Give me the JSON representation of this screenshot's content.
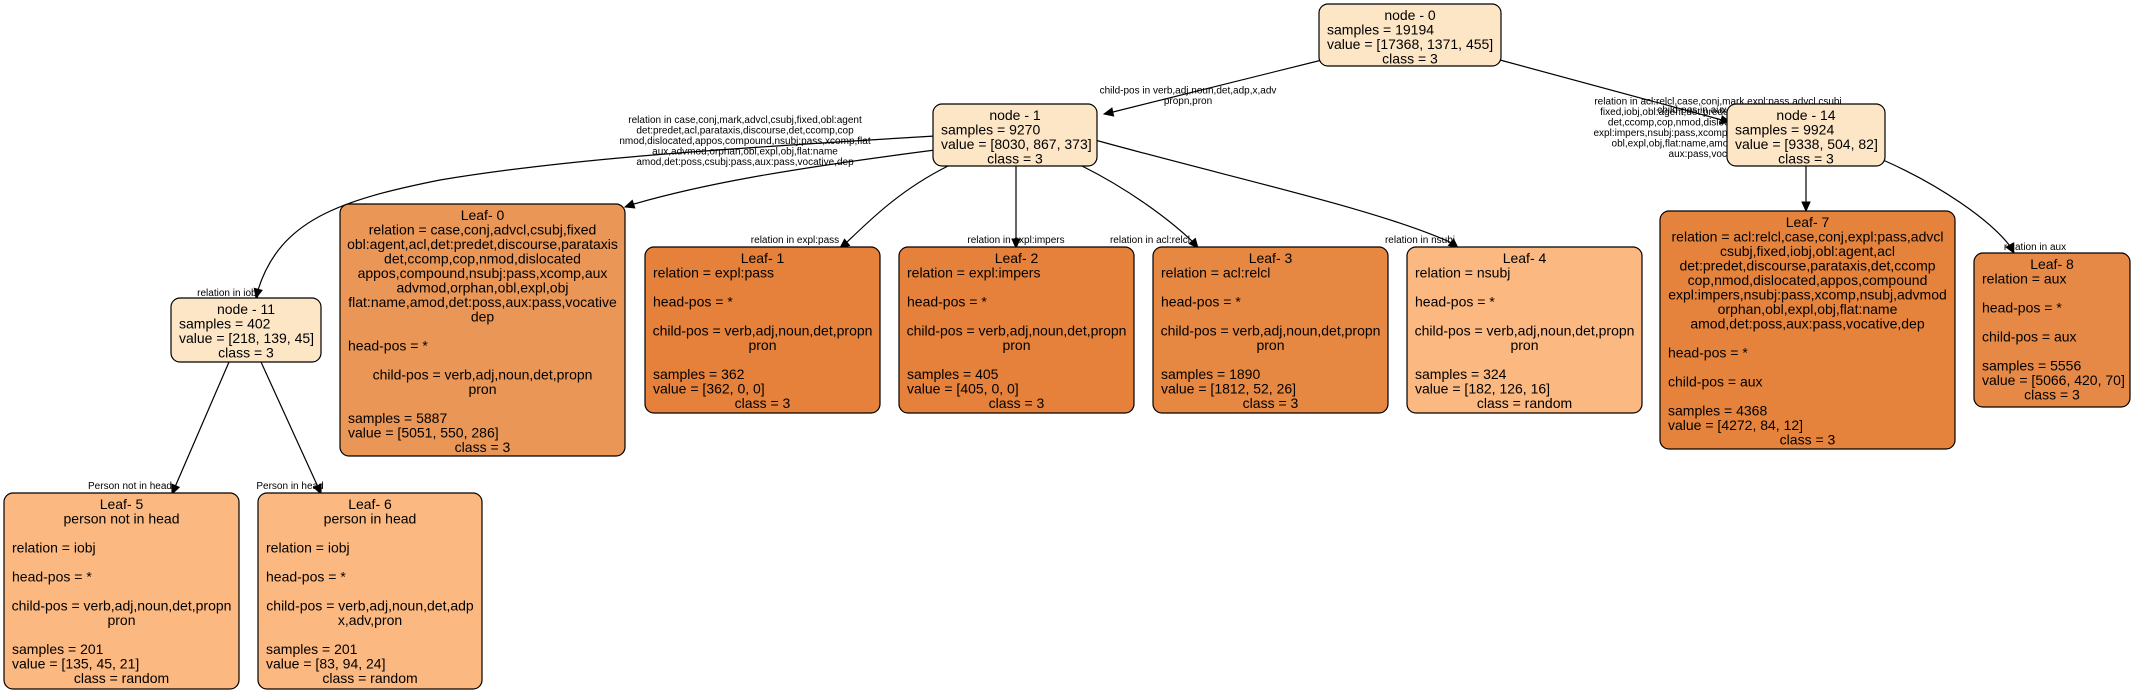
{
  "colors": {
    "split_fill": "#fde6c6",
    "leaf_class3_dark": "#e5813b",
    "leaf_class3_mid": "#e89152",
    "leaf_class3_light": "#e99657",
    "leaf_random": "#fbb880"
  },
  "nodes": [
    {
      "id": "n0",
      "fill": "#fde6c6",
      "lines": [
        {
          "text": "node - 0",
          "a": "c"
        },
        {
          "text": "samples = 19194",
          "a": "l"
        },
        {
          "text": "value = [17368, 1371, 455]",
          "a": "l"
        },
        {
          "text": "class = 3",
          "a": "c"
        }
      ]
    },
    {
      "id": "n1",
      "fill": "#fde6c6",
      "lines": [
        {
          "text": "node - 1",
          "a": "c"
        },
        {
          "text": "samples = 9270",
          "a": "l"
        },
        {
          "text": "value = [8030, 867, 373]",
          "a": "l"
        },
        {
          "text": "class = 3",
          "a": "c"
        }
      ]
    },
    {
      "id": "n14",
      "fill": "#fde6c6",
      "lines": [
        {
          "text": "node - 14",
          "a": "c"
        },
        {
          "text": "samples = 9924",
          "a": "l"
        },
        {
          "text": "value = [9338, 504, 82]",
          "a": "l"
        },
        {
          "text": "class = 3",
          "a": "c"
        }
      ]
    },
    {
      "id": "n11",
      "fill": "#fde6c6",
      "lines": [
        {
          "text": "node - 11",
          "a": "c"
        },
        {
          "text": "samples = 402",
          "a": "l"
        },
        {
          "text": "value = [218, 139, 45]",
          "a": "l"
        },
        {
          "text": "class = 3",
          "a": "c"
        }
      ]
    },
    {
      "id": "l0",
      "fill": "#e99657",
      "lines": [
        {
          "text": "Leaf- 0",
          "a": "c"
        },
        {
          "text": "relation = case,conj,advcl,csubj,fixed",
          "a": "c"
        },
        {
          "text": "obl:agent,acl,det:predet,discourse,parataxis",
          "a": "c"
        },
        {
          "text": "det,ccomp,cop,nmod,dislocated",
          "a": "c"
        },
        {
          "text": "appos,compound,nsubj:pass,xcomp,aux",
          "a": "c"
        },
        {
          "text": "advmod,orphan,obl,expl,obj",
          "a": "c"
        },
        {
          "text": "flat:name,amod,det:poss,aux:pass,vocative",
          "a": "c"
        },
        {
          "text": "dep",
          "a": "c"
        },
        {
          "text": "",
          "a": "c"
        },
        {
          "text": "head-pos = *",
          "a": "l"
        },
        {
          "text": "",
          "a": "c"
        },
        {
          "text": "child-pos = verb,adj,noun,det,propn",
          "a": "c"
        },
        {
          "text": "pron",
          "a": "c"
        },
        {
          "text": "",
          "a": "c"
        },
        {
          "text": "samples = 5887",
          "a": "l"
        },
        {
          "text": "value = [5051, 550, 286]",
          "a": "l"
        },
        {
          "text": "class = 3",
          "a": "c"
        }
      ]
    },
    {
      "id": "l1",
      "fill": "#e5813b",
      "lines": [
        {
          "text": "Leaf- 1",
          "a": "c"
        },
        {
          "text": "relation = expl:pass",
          "a": "l"
        },
        {
          "text": "",
          "a": "c"
        },
        {
          "text": "head-pos = *",
          "a": "l"
        },
        {
          "text": "",
          "a": "c"
        },
        {
          "text": "child-pos = verb,adj,noun,det,propn",
          "a": "c"
        },
        {
          "text": "pron",
          "a": "c"
        },
        {
          "text": "",
          "a": "c"
        },
        {
          "text": "samples = 362",
          "a": "l"
        },
        {
          "text": "value = [362, 0, 0]",
          "a": "l"
        },
        {
          "text": "class = 3",
          "a": "c"
        }
      ]
    },
    {
      "id": "l2",
      "fill": "#e5813b",
      "lines": [
        {
          "text": "Leaf- 2",
          "a": "c"
        },
        {
          "text": "relation = expl:impers",
          "a": "l"
        },
        {
          "text": "",
          "a": "c"
        },
        {
          "text": "head-pos = *",
          "a": "l"
        },
        {
          "text": "",
          "a": "c"
        },
        {
          "text": "child-pos = verb,adj,noun,det,propn",
          "a": "c"
        },
        {
          "text": "pron",
          "a": "c"
        },
        {
          "text": "",
          "a": "c"
        },
        {
          "text": "samples = 405",
          "a": "l"
        },
        {
          "text": "value = [405, 0, 0]",
          "a": "l"
        },
        {
          "text": "class = 3",
          "a": "c"
        }
      ]
    },
    {
      "id": "l3",
      "fill": "#e68742",
      "lines": [
        {
          "text": "Leaf- 3",
          "a": "c"
        },
        {
          "text": "relation = acl:relcl",
          "a": "l"
        },
        {
          "text": "",
          "a": "c"
        },
        {
          "text": "head-pos = *",
          "a": "l"
        },
        {
          "text": "",
          "a": "c"
        },
        {
          "text": "child-pos = verb,adj,noun,det,propn",
          "a": "c"
        },
        {
          "text": "pron",
          "a": "c"
        },
        {
          "text": "",
          "a": "c"
        },
        {
          "text": "samples = 1890",
          "a": "l"
        },
        {
          "text": "value = [1812, 52, 26]",
          "a": "l"
        },
        {
          "text": "class = 3",
          "a": "c"
        }
      ]
    },
    {
      "id": "l4",
      "fill": "#fbb880",
      "lines": [
        {
          "text": "Leaf- 4",
          "a": "c"
        },
        {
          "text": "relation = nsubj",
          "a": "l"
        },
        {
          "text": "",
          "a": "c"
        },
        {
          "text": "head-pos = *",
          "a": "l"
        },
        {
          "text": "",
          "a": "c"
        },
        {
          "text": "child-pos = verb,adj,noun,det,propn",
          "a": "c"
        },
        {
          "text": "pron",
          "a": "c"
        },
        {
          "text": "",
          "a": "c"
        },
        {
          "text": "samples = 324",
          "a": "l"
        },
        {
          "text": "value = [182, 126, 16]",
          "a": "l"
        },
        {
          "text": "class = random",
          "a": "c"
        }
      ]
    },
    {
      "id": "l7",
      "fill": "#e5833c",
      "lines": [
        {
          "text": "Leaf- 7",
          "a": "c"
        },
        {
          "text": "relation = acl:relcl,case,conj,expl:pass,advcl",
          "a": "c"
        },
        {
          "text": "csubj,fixed,iobj,obl:agent,acl",
          "a": "c"
        },
        {
          "text": "det:predet,discourse,parataxis,det,ccomp",
          "a": "c"
        },
        {
          "text": "cop,nmod,dislocated,appos,compound",
          "a": "c"
        },
        {
          "text": "expl:impers,nsubj:pass,xcomp,nsubj,advmod",
          "a": "c"
        },
        {
          "text": "orphan,obl,expl,obj,flat:name",
          "a": "c"
        },
        {
          "text": "amod,det:poss,aux:pass,vocative,dep",
          "a": "c"
        },
        {
          "text": "",
          "a": "c"
        },
        {
          "text": "head-pos = *",
          "a": "l"
        },
        {
          "text": "",
          "a": "c"
        },
        {
          "text": "child-pos = aux",
          "a": "l"
        },
        {
          "text": "",
          "a": "c"
        },
        {
          "text": "samples = 4368",
          "a": "l"
        },
        {
          "text": "value = [4272, 84, 12]",
          "a": "l"
        },
        {
          "text": "class = 3",
          "a": "c"
        }
      ]
    },
    {
      "id": "l8",
      "fill": "#e68946",
      "lines": [
        {
          "text": "Leaf- 8",
          "a": "c"
        },
        {
          "text": "relation = aux",
          "a": "l"
        },
        {
          "text": "",
          "a": "c"
        },
        {
          "text": "head-pos = *",
          "a": "l"
        },
        {
          "text": "",
          "a": "c"
        },
        {
          "text": "child-pos = aux",
          "a": "l"
        },
        {
          "text": "",
          "a": "c"
        },
        {
          "text": "samples = 5556",
          "a": "l"
        },
        {
          "text": "value = [5066, 420, 70]",
          "a": "l"
        },
        {
          "text": "class = 3",
          "a": "c"
        }
      ]
    },
    {
      "id": "l5",
      "fill": "#fbb880",
      "lines": [
        {
          "text": "Leaf- 5",
          "a": "c"
        },
        {
          "text": "person not in head",
          "a": "c"
        },
        {
          "text": "",
          "a": "c"
        },
        {
          "text": "relation = iobj",
          "a": "l"
        },
        {
          "text": "",
          "a": "c"
        },
        {
          "text": "head-pos = *",
          "a": "l"
        },
        {
          "text": "",
          "a": "c"
        },
        {
          "text": "child-pos = verb,adj,noun,det,propn",
          "a": "c"
        },
        {
          "text": "pron",
          "a": "c"
        },
        {
          "text": "",
          "a": "c"
        },
        {
          "text": "samples = 201",
          "a": "l"
        },
        {
          "text": "value = [135, 45, 21]",
          "a": "l"
        },
        {
          "text": "class = random",
          "a": "c"
        }
      ]
    },
    {
      "id": "l6",
      "fill": "#fbb880",
      "lines": [
        {
          "text": "Leaf- 6",
          "a": "c"
        },
        {
          "text": "person in head",
          "a": "c"
        },
        {
          "text": "",
          "a": "c"
        },
        {
          "text": "relation = iobj",
          "a": "l"
        },
        {
          "text": "",
          "a": "c"
        },
        {
          "text": "head-pos = *",
          "a": "l"
        },
        {
          "text": "",
          "a": "c"
        },
        {
          "text": "child-pos = verb,adj,noun,det,adp",
          "a": "c"
        },
        {
          "text": "x,adv,pron",
          "a": "c"
        },
        {
          "text": "",
          "a": "c"
        },
        {
          "text": "samples = 201",
          "a": "l"
        },
        {
          "text": "value = [83, 94, 24]",
          "a": "l"
        },
        {
          "text": "class = random",
          "a": "c"
        }
      ]
    }
  ],
  "edges": [
    {
      "id": "e0",
      "from": "n0",
      "to": "n1",
      "label": [
        "child-pos in verb,adj,noun,det,adp,x,adv",
        "propn,pron"
      ]
    },
    {
      "id": "e1",
      "from": "n0",
      "to": "n14",
      "label": [
        "child-pos in aux"
      ]
    },
    {
      "id": "e2",
      "from": "n1",
      "to": "n11",
      "label": [
        "relation in iobj"
      ]
    },
    {
      "id": "e3",
      "from": "n1",
      "to": "l0",
      "label": [
        "relation in case,conj,mark,advcl,csubj,fixed,obl:agent",
        "det:predet,acl,parataxis,discourse,det,ccomp,cop",
        "nmod,dislocated,appos,compound,nsubj:pass,xcomp,flat",
        "aux,advmod,orphan,obl,expl,obj,flat:name",
        "amod,det:poss,csubj:pass,aux:pass,vocative,dep"
      ]
    },
    {
      "id": "e4",
      "from": "n1",
      "to": "l1",
      "label": [
        "relation in expl:pass"
      ]
    },
    {
      "id": "e5",
      "from": "n1",
      "to": "l2",
      "label": [
        "relation in expl:impers"
      ]
    },
    {
      "id": "e6",
      "from": "n1",
      "to": "l3",
      "label": [
        "relation in acl:relcl"
      ]
    },
    {
      "id": "e7",
      "from": "n1",
      "to": "l4",
      "label": [
        "relation in nsubj"
      ]
    },
    {
      "id": "e8",
      "from": "n14",
      "to": "l7",
      "label": [
        "relation in acl:relcl,case,conj,mark,expl:pass,advcl,csubj",
        "fixed,iobj,obl:agent,det:predet,acl,parataxis,discourse",
        "det,ccomp,cop,nmod,dislocated,appos,compound",
        "expl:impers,nsubj:pass,xcomp,nsubj,flat,advmod,orphan",
        "obl,expl,obj,flat:name,amod,det:poss,csubj:pass",
        "aux:pass,vocative,dep"
      ]
    },
    {
      "id": "e9",
      "from": "n14",
      "to": "l8",
      "label": [
        "relation in aux"
      ]
    },
    {
      "id": "e10",
      "from": "n11",
      "to": "l5",
      "label": [
        "Person not in head"
      ]
    },
    {
      "id": "e11",
      "from": "n11",
      "to": "l6",
      "label": [
        "Person in head"
      ]
    }
  ]
}
